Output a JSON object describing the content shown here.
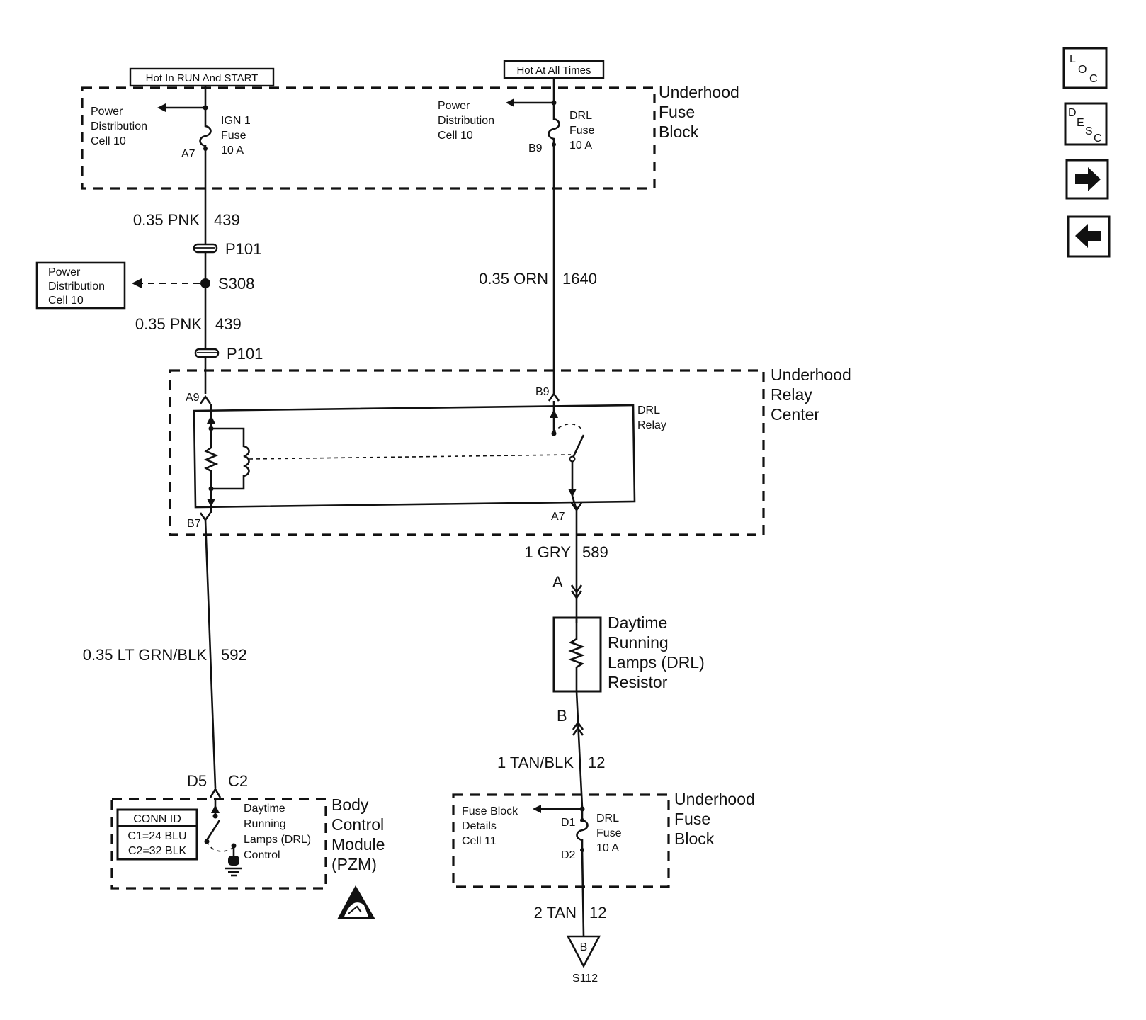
{
  "top_labels": {
    "hot_run_start": "Hot In RUN And START",
    "hot_all_times": "Hot At All Times"
  },
  "fuse_block_top": {
    "title_lines": [
      "Underhood",
      "Fuse",
      "Block"
    ],
    "left_power_lines": [
      "Power",
      "Distribution",
      "Cell 10"
    ],
    "right_power_lines": [
      "Power",
      "Distribution",
      "Cell 10"
    ],
    "ign_fuse_lines": [
      "IGN 1",
      "Fuse",
      "10 A"
    ],
    "drl_fuse_lines": [
      "DRL",
      "Fuse",
      "10 A"
    ],
    "pin_a7": "A7",
    "pin_b9": "B9"
  },
  "left_circuit": {
    "wire1_color": "0.35 PNK",
    "wire1_num": "439",
    "p101_a": "P101",
    "splice": "S308",
    "side_box_lines": [
      "Power",
      "Distribution",
      "Cell 10"
    ],
    "wire2_color": "0.35 PNK",
    "wire2_num": "439",
    "p101_b": "P101"
  },
  "right_circuit": {
    "wire_color": "0.35 ORN",
    "wire_num": "1640"
  },
  "relay_center": {
    "title_lines": [
      "Underhood",
      "Relay",
      "Center"
    ],
    "relay_lines": [
      "DRL",
      "Relay"
    ],
    "pin_a9": "A9",
    "pin_b9": "B9",
    "pin_b7": "B7",
    "pin_a7": "A7"
  },
  "bottom_left": {
    "wire_color": "0.35 LT GRN/BLK",
    "wire_num": "592",
    "pin_d5": "D5",
    "pin_c2": "C2",
    "conn_id_title": "CONN ID",
    "conn_c1": "C1=24 BLU",
    "conn_c2": "C2=32 BLK",
    "control_lines": [
      "Daytime",
      "Running",
      "Lamps (DRL)",
      "Control"
    ],
    "module_lines": [
      "Body",
      "Control",
      "Module",
      "(PZM)"
    ]
  },
  "bottom_right": {
    "gry_color": "1 GRY",
    "gry_num": "589",
    "pin_a": "A",
    "resistor_lines": [
      "Daytime",
      "Running",
      "Lamps (DRL)",
      "Resistor"
    ],
    "pin_b": "B",
    "tan_blk_color": "1 TAN/BLK",
    "tan_blk_num": "12",
    "fuse_block_lines": [
      "Underhood",
      "Fuse",
      "Block"
    ],
    "details_lines": [
      "Fuse Block",
      "Details",
      "Cell 11"
    ],
    "drl_fuse_lines": [
      "DRL",
      "Fuse",
      "10 A"
    ],
    "pin_d1": "D1",
    "pin_d2": "D2",
    "tan_color": "2 TAN",
    "tan_num": "12",
    "ground_letter": "B",
    "ground_id": "S112"
  },
  "nav": {
    "loc_main": "L",
    "loc_o": "O",
    "loc_c": "C",
    "desc_d": "D",
    "desc_e": "E",
    "desc_s": "S",
    "desc_c": "C"
  }
}
